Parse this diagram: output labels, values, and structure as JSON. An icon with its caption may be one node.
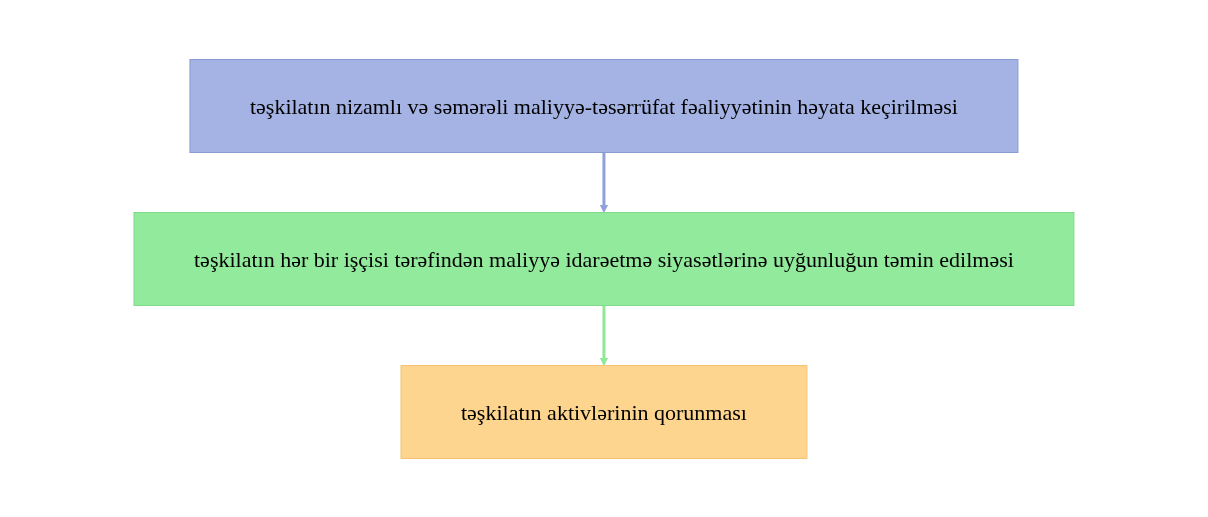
{
  "diagram": {
    "nodes": [
      {
        "text": [
          "təşkilatın nizamlı və səmərəli maliyyə-təsərrüfat fəaliyyətinin həyata keçirilməsi"
        ]
      },
      {
        "text": [
          "təşkilatın hər bir işçisi tərəfindən maliyyə idarəetmə siyasətlərinə uyğunluğun təmin edilməsi"
        ]
      },
      {
        "text": [
          "təşkilatın aktivlərinin qorunması"
        ]
      }
    ],
    "edges": [
      {
        "from": 0,
        "to": 1,
        "arrow": "to",
        "color": "#8fa2d8"
      },
      {
        "from": 1,
        "to": 2,
        "arrow": "to",
        "color": "#8ee894"
      }
    ]
  }
}
